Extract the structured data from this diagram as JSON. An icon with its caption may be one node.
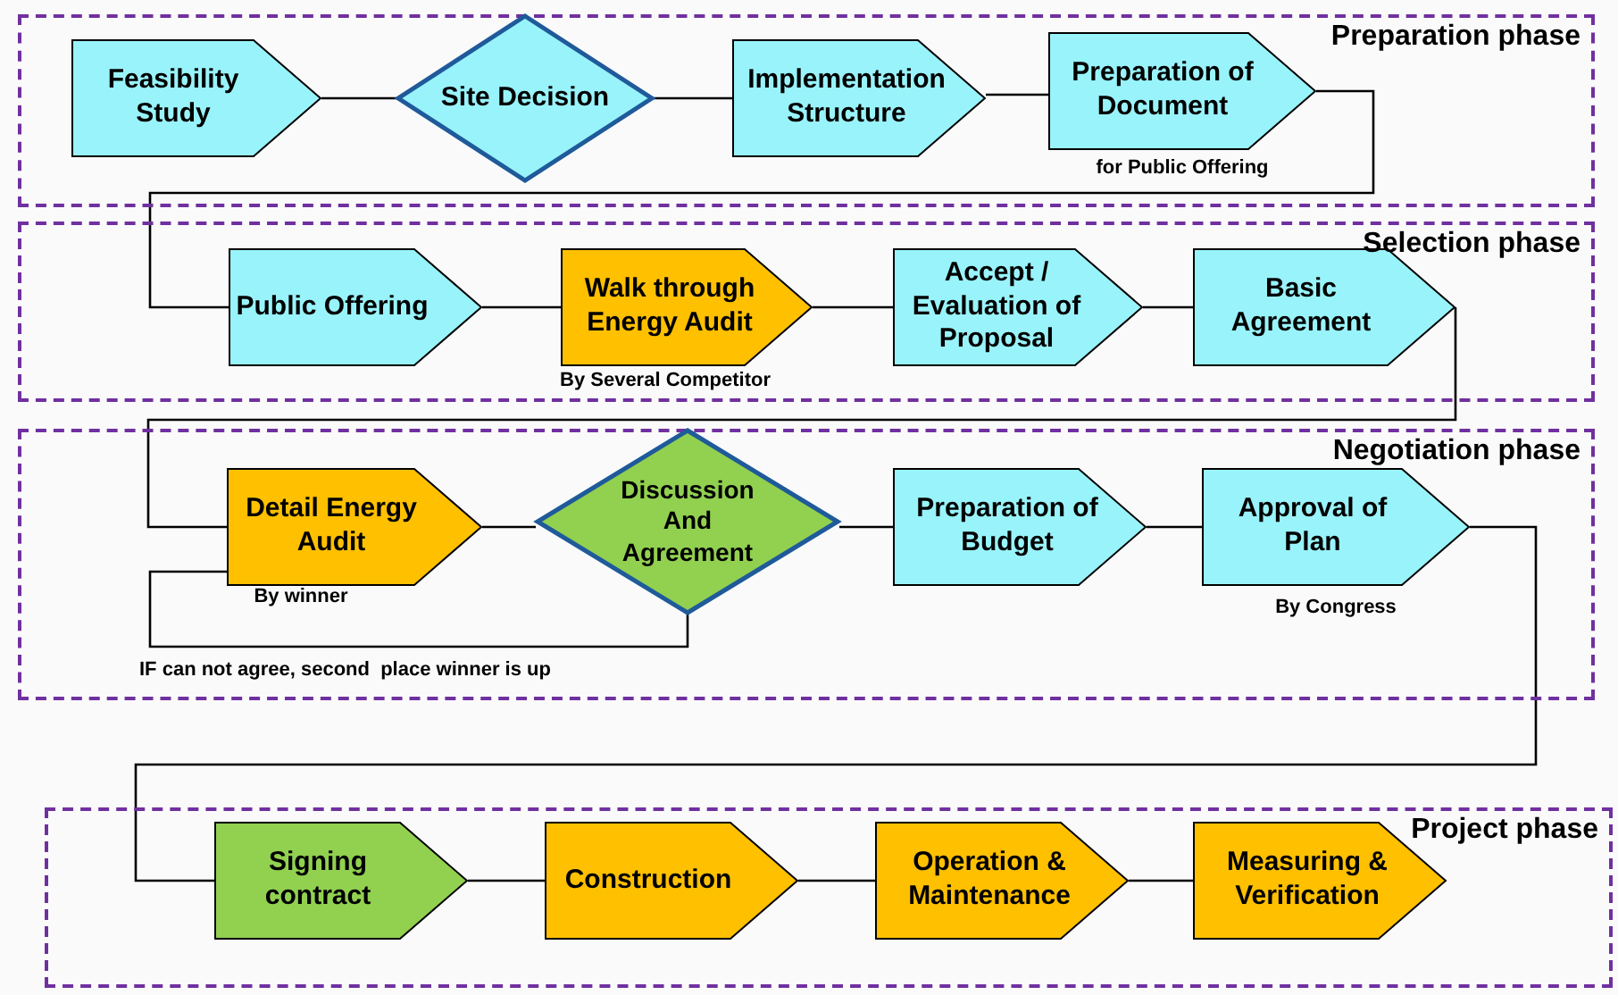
{
  "diagram": {
    "nodes": [
      {
        "text": [
          "Preparation phase"
        ]
      },
      {
        "text": [
          "Feasibility Study"
        ],
        "in": 0
      },
      {
        "text": [
          "Site Decision"
        ],
        "in": 0
      },
      {
        "text": [
          "Implementation Structure"
        ],
        "in": 0
      },
      {
        "text": [
          "Preparation of Document"
        ],
        "in": 0,
        "beside": [
          "for Public Offering"
        ]
      },
      {
        "text": [
          "Selection phase"
        ]
      },
      {
        "text": [
          "Public Offering"
        ],
        "in": 5
      },
      {
        "text": [
          "Walk through Energy Audit"
        ],
        "in": 5,
        "beside": [
          "By Several Competitor"
        ]
      },
      {
        "text": [
          "Accept / Evaluation of Proposal"
        ],
        "in": 5
      },
      {
        "text": [
          "Basic Agreement"
        ],
        "in": 5
      },
      {
        "text": [
          "Negotiation phase"
        ]
      },
      {
        "text": [
          "Detail Energy Audit"
        ],
        "in": 10,
        "beside": [
          "By winner"
        ]
      },
      {
        "text": [
          "Discussion And Agreement"
        ],
        "in": 10
      },
      {
        "text": [
          "Preparation of Budget"
        ],
        "in": 10
      },
      {
        "text": [
          "Approval of Plan"
        ],
        "in": 10,
        "beside": [
          "By Congress"
        ]
      },
      {
        "text": [
          "Project phase"
        ]
      },
      {
        "text": [
          "Signing contract"
        ],
        "in": 15
      },
      {
        "text": [
          "Construction"
        ],
        "in": 15
      },
      {
        "text": [
          "Operation & Maintenance"
        ],
        "in": 15
      },
      {
        "text": [
          "Measuring & Verification"
        ],
        "in": 15
      }
    ],
    "edges": [
      {
        "from": 1,
        "to": 2,
        "arrow": "none"
      },
      {
        "from": 2,
        "to": 3,
        "arrow": "none"
      },
      {
        "from": 3,
        "to": 4,
        "arrow": "none"
      },
      {
        "from": 4,
        "to": 6,
        "arrow": "none"
      },
      {
        "from": 6,
        "to": 7,
        "arrow": "none"
      },
      {
        "from": 7,
        "to": 8,
        "arrow": "none"
      },
      {
        "from": 8,
        "to": 9,
        "arrow": "none"
      },
      {
        "from": 9,
        "to": 11,
        "arrow": "none"
      },
      {
        "from": 11,
        "to": 12,
        "arrow": "none"
      },
      {
        "from": 12,
        "to": 13,
        "arrow": "none"
      },
      {
        "from": 13,
        "to": 14,
        "arrow": "none"
      },
      {
        "from": 12,
        "to": 11,
        "arrow": "none",
        "label": "IF can not agree, second  place winner is up"
      },
      {
        "from": 14,
        "to": 16,
        "arrow": "none"
      },
      {
        "from": 16,
        "to": 17,
        "arrow": "none"
      },
      {
        "from": 17,
        "to": 18,
        "arrow": "none"
      },
      {
        "from": 18,
        "to": 19,
        "arrow": "none"
      }
    ]
  }
}
